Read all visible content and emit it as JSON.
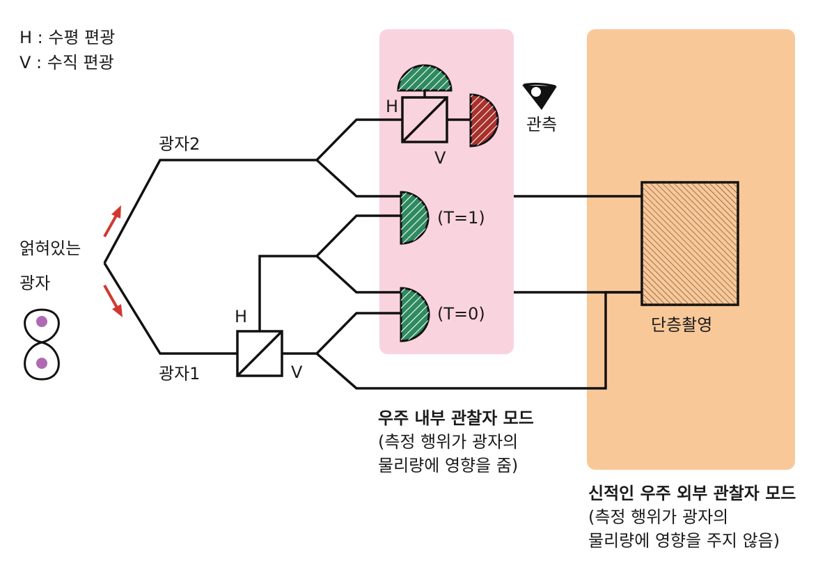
{
  "legend": {
    "h": "H : 수평 편광",
    "v": "V : 수직 편광"
  },
  "labels": {
    "entangled_line1": "얽혀있는",
    "entangled_line2": "광자",
    "photon2": "광자2",
    "photon1": "광자1",
    "splitter_top_h": "H",
    "splitter_top_v": "V",
    "splitter_bottom_h": "H",
    "splitter_bottom_v": "V",
    "observe": "관측",
    "t1": "(T=1)",
    "t0": "(T=0)",
    "tomography": "단층촬영"
  },
  "internal_mode": {
    "title": "우주 내부 관찰자 모드",
    "desc1": "(측정 행위가 광자의",
    "desc2": "물리량에 영향을 줌)"
  },
  "external_mode": {
    "title": "신적인 우주 외부 관찰자 모드",
    "desc1": "(측정 행위가 광자의",
    "desc2": "물리량에 영향을 주지 않음)"
  },
  "colors": {
    "pink_panel": "#f9d3de",
    "orange_panel": "#f9c899",
    "detector_green": "#2e8a5f",
    "detector_red": "#a8312c",
    "arrow_red": "#d1372e",
    "photon_purple": "#b06ab3",
    "line": "#111111"
  }
}
